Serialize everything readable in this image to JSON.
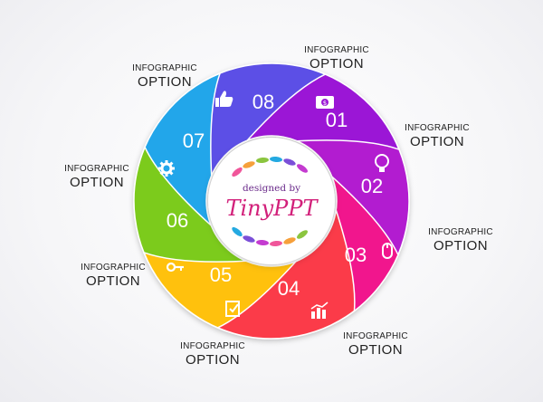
{
  "segments": [
    {
      "id": "01",
      "icon": "dollar-bill-icon",
      "color": "#9b16d6"
    },
    {
      "id": "02",
      "icon": "lightbulb-icon",
      "color": "#b21fd0"
    },
    {
      "id": "03",
      "icon": "mouse-icon",
      "color": "#f1178d"
    },
    {
      "id": "04",
      "icon": "bar-chart-icon",
      "color": "#fb3b4a"
    },
    {
      "id": "05",
      "icon": "checklist-icon",
      "color": "#ffc107"
    },
    {
      "id": "06",
      "icon": "key-icon",
      "color": "#7ccb1f"
    },
    {
      "id": "07",
      "icon": "gear-icon",
      "color": "#22a6ea"
    },
    {
      "id": "08",
      "icon": "thumbs-up-icon",
      "color": "#5b4fe6"
    }
  ],
  "labels": [
    {
      "small": "INFOGRAPHIC",
      "big": "OPTION"
    },
    {
      "small": "INFOGRAPHIC",
      "big": "OPTION"
    },
    {
      "small": "INFOGRAPHIC",
      "big": "OPTION"
    },
    {
      "small": "INFOGRAPHIC",
      "big": "OPTION"
    },
    {
      "small": "INFOGRAPHIC",
      "big": "OPTION"
    },
    {
      "small": "INFOGRAPHIC",
      "big": "OPTION"
    },
    {
      "small": "INFOGRAPHIC",
      "big": "OPTION"
    },
    {
      "small": "INFOGRAPHIC",
      "big": "OPTION"
    }
  ],
  "logo": {
    "top": "designed by",
    "main": "TinyPPT"
  }
}
